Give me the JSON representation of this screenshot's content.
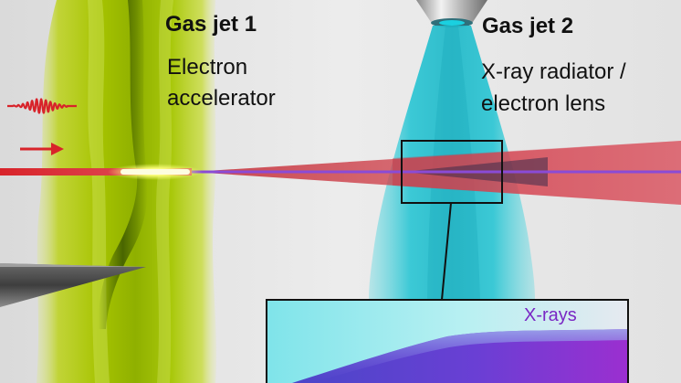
{
  "jet1": {
    "title": "Gas jet 1",
    "line1": "Electron",
    "line2": "accelerator"
  },
  "jet2": {
    "title": "Gas jet 2",
    "line1": "X-ray radiator /",
    "line2": "electron lens"
  },
  "inset": {
    "xray_label": "X-rays"
  },
  "colors": {
    "background": "#e6e6e6",
    "jet1_gas": "#b9d400",
    "jet2_gas": "#27c8d4",
    "laser": "#d8232a",
    "electron_beam": "#8a4bd6",
    "xray": "#8a3fd0"
  },
  "icons": {
    "laser_pulse": "laser-pulse-icon",
    "direction_arrow": "arrow-right-icon",
    "nozzle": "gas-nozzle-icon"
  }
}
